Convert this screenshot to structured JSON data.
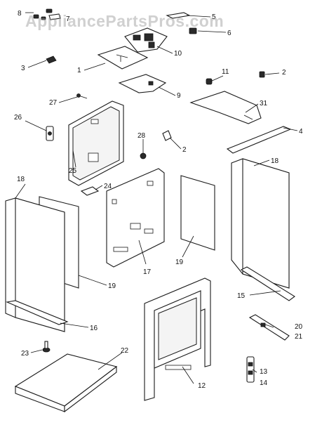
{
  "diagram": {
    "watermark": "AppliancePartsPros.com",
    "callouts": [
      {
        "id": "c1",
        "text": "1"
      },
      {
        "id": "c2a",
        "text": "2"
      },
      {
        "id": "c2b",
        "text": "2"
      },
      {
        "id": "c3",
        "text": "3"
      },
      {
        "id": "c4",
        "text": "4"
      },
      {
        "id": "c5",
        "text": "5"
      },
      {
        "id": "c6",
        "text": "6"
      },
      {
        "id": "c7",
        "text": "7"
      },
      {
        "id": "c8",
        "text": "8"
      },
      {
        "id": "c9",
        "text": "9"
      },
      {
        "id": "c10",
        "text": "10"
      },
      {
        "id": "c11",
        "text": "11"
      },
      {
        "id": "c12",
        "text": "12"
      },
      {
        "id": "c13",
        "text": "13"
      },
      {
        "id": "c14",
        "text": "14"
      },
      {
        "id": "c15",
        "text": "15"
      },
      {
        "id": "c16",
        "text": "16"
      },
      {
        "id": "c17",
        "text": "17"
      },
      {
        "id": "c18a",
        "text": "18"
      },
      {
        "id": "c18b",
        "text": "18"
      },
      {
        "id": "c19a",
        "text": "19"
      },
      {
        "id": "c19b",
        "text": "19"
      },
      {
        "id": "c20",
        "text": "20"
      },
      {
        "id": "c21",
        "text": "21"
      },
      {
        "id": "c22",
        "text": "22"
      },
      {
        "id": "c23",
        "text": "23"
      },
      {
        "id": "c24",
        "text": "24"
      },
      {
        "id": "c25",
        "text": "25"
      },
      {
        "id": "c26",
        "text": "26"
      },
      {
        "id": "c27",
        "text": "27"
      },
      {
        "id": "c28",
        "text": "28"
      },
      {
        "id": "c31",
        "text": "31"
      }
    ]
  }
}
